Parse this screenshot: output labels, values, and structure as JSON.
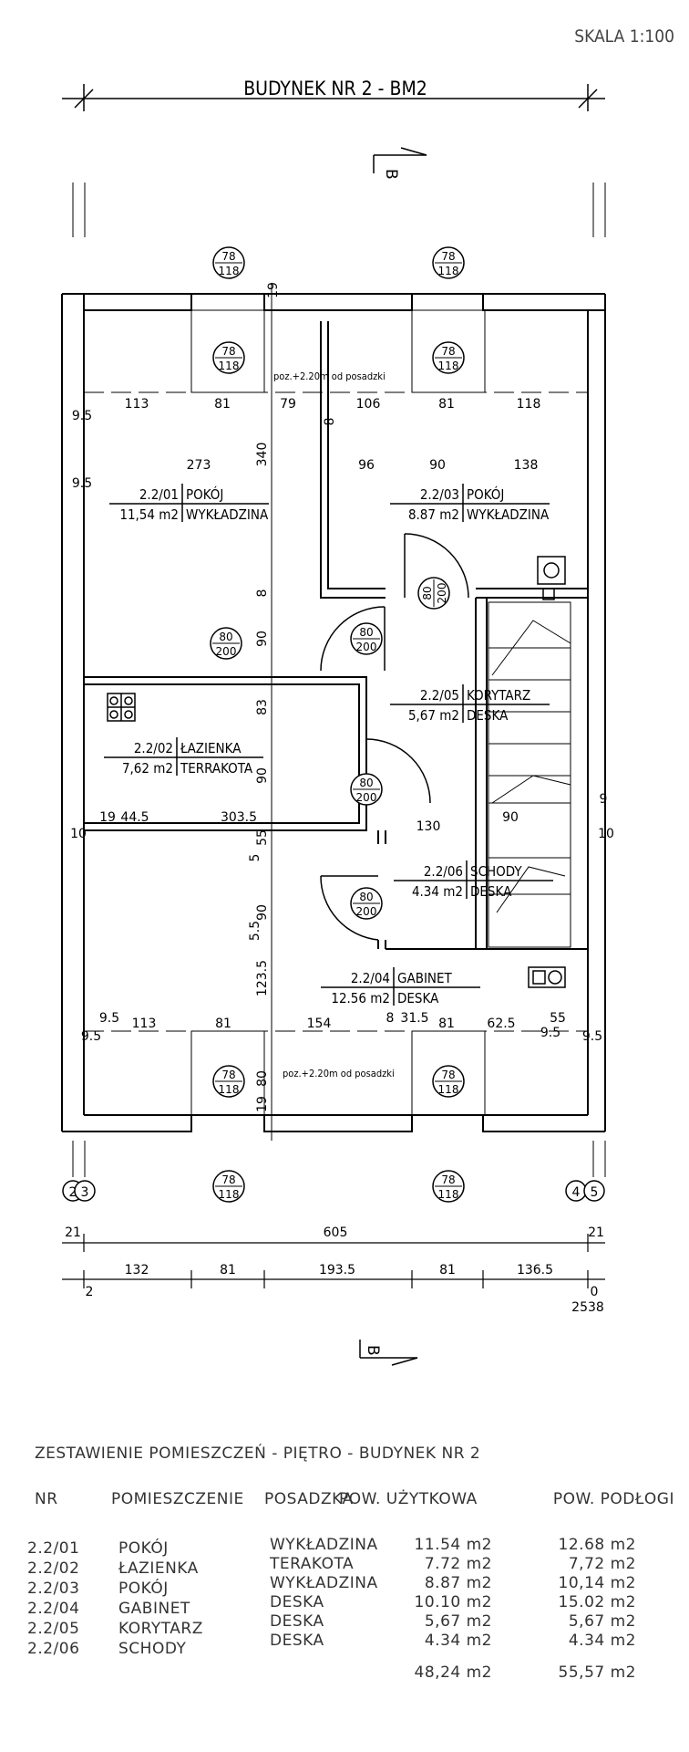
{
  "scale": "SKALA 1:100",
  "building_title": "BUDYNEK NR 2 - BM2",
  "section_mark": "B",
  "window_tag": {
    "top": "78",
    "bottom": "118"
  },
  "door_tag": {
    "top": "80",
    "bottom": "200"
  },
  "sill_note": "poz.+2.20m od posadzki",
  "rooms": [
    {
      "no": "2.2/01",
      "name": "POKÓJ",
      "area": "11,54 m2",
      "floor": "WYKŁADZINA"
    },
    {
      "no": "2.2/02",
      "name": "ŁAZIENKA",
      "area": "7,62 m2",
      "floor": "TERRAKOTA"
    },
    {
      "no": "2.2/03",
      "name": "POKÓJ",
      "area": "8.87 m2",
      "floor": "WYKŁADZINA"
    },
    {
      "no": "2.2/04",
      "name": "GABINET",
      "area": "12.56 m2",
      "floor": "DESKA"
    },
    {
      "no": "2.2/05",
      "name": "KORYTARZ",
      "area": "5,67 m2",
      "floor": "DESKA"
    },
    {
      "no": "2.2/06",
      "name": "SCHODY",
      "area": "4.34 m2",
      "floor": "DESKA"
    }
  ],
  "dims": {
    "top_row": [
      "113",
      "81",
      "79",
      "106",
      "81",
      "118"
    ],
    "mid_row": [
      "273",
      "96",
      "90",
      "138"
    ],
    "bottom_row": [
      "9.5",
      "113",
      "81",
      "154",
      "8",
      "31.5",
      "81",
      "62.5",
      "55",
      "9.5"
    ],
    "vertical": [
      "340",
      "8",
      "90",
      "83",
      "90",
      "55",
      "90",
      "123.5",
      "80",
      "19",
      "5",
      "5.5",
      "8",
      "19"
    ],
    "side": [
      "9.5",
      "9.5",
      "19",
      "44.5",
      "303.5",
      "130",
      "90",
      "10",
      "9",
      "10",
      "9.5",
      "9.5"
    ],
    "overall": [
      "21",
      "605",
      "21"
    ],
    "segments": [
      "132",
      "81",
      "193.5",
      "81",
      "136.5"
    ],
    "end_marks": [
      "2",
      "0",
      "2538"
    ],
    "axes": [
      "2",
      "3",
      "4",
      "5"
    ]
  },
  "table": {
    "title": "ZESTAWIENIE POMIESZCZEŃ - PIĘTRO - BUDYNEK NR 2",
    "headers": [
      "NR",
      "POMIESZCZENIE",
      "POSADZKA",
      "POW. UŻYTKOWA",
      "POW. PODŁOGI"
    ],
    "rows": [
      [
        "2.2/01",
        "POKÓJ",
        "WYKŁADZINA",
        "11.54 m2",
        "12.68 m2"
      ],
      [
        "2.2/02",
        "ŁAZIENKA",
        "TERAKOTA",
        "7.72 m2",
        "7,72 m2"
      ],
      [
        "2.2/03",
        "POKÓJ",
        "WYKŁADZINA",
        "8.87 m2",
        "10,14 m2"
      ],
      [
        "2.2/04",
        "GABINET",
        "DESKA",
        "10.10 m2",
        "15.02 m2"
      ],
      [
        "2.2/05",
        "KORYTARZ",
        "DESKA",
        "5,67 m2",
        "5,67 m2"
      ],
      [
        "2.2/06",
        "SCHODY",
        "DESKA",
        "4.34 m2",
        "4.34 m2"
      ]
    ],
    "totals": [
      "48,24 m2",
      "55,57 m2"
    ]
  }
}
